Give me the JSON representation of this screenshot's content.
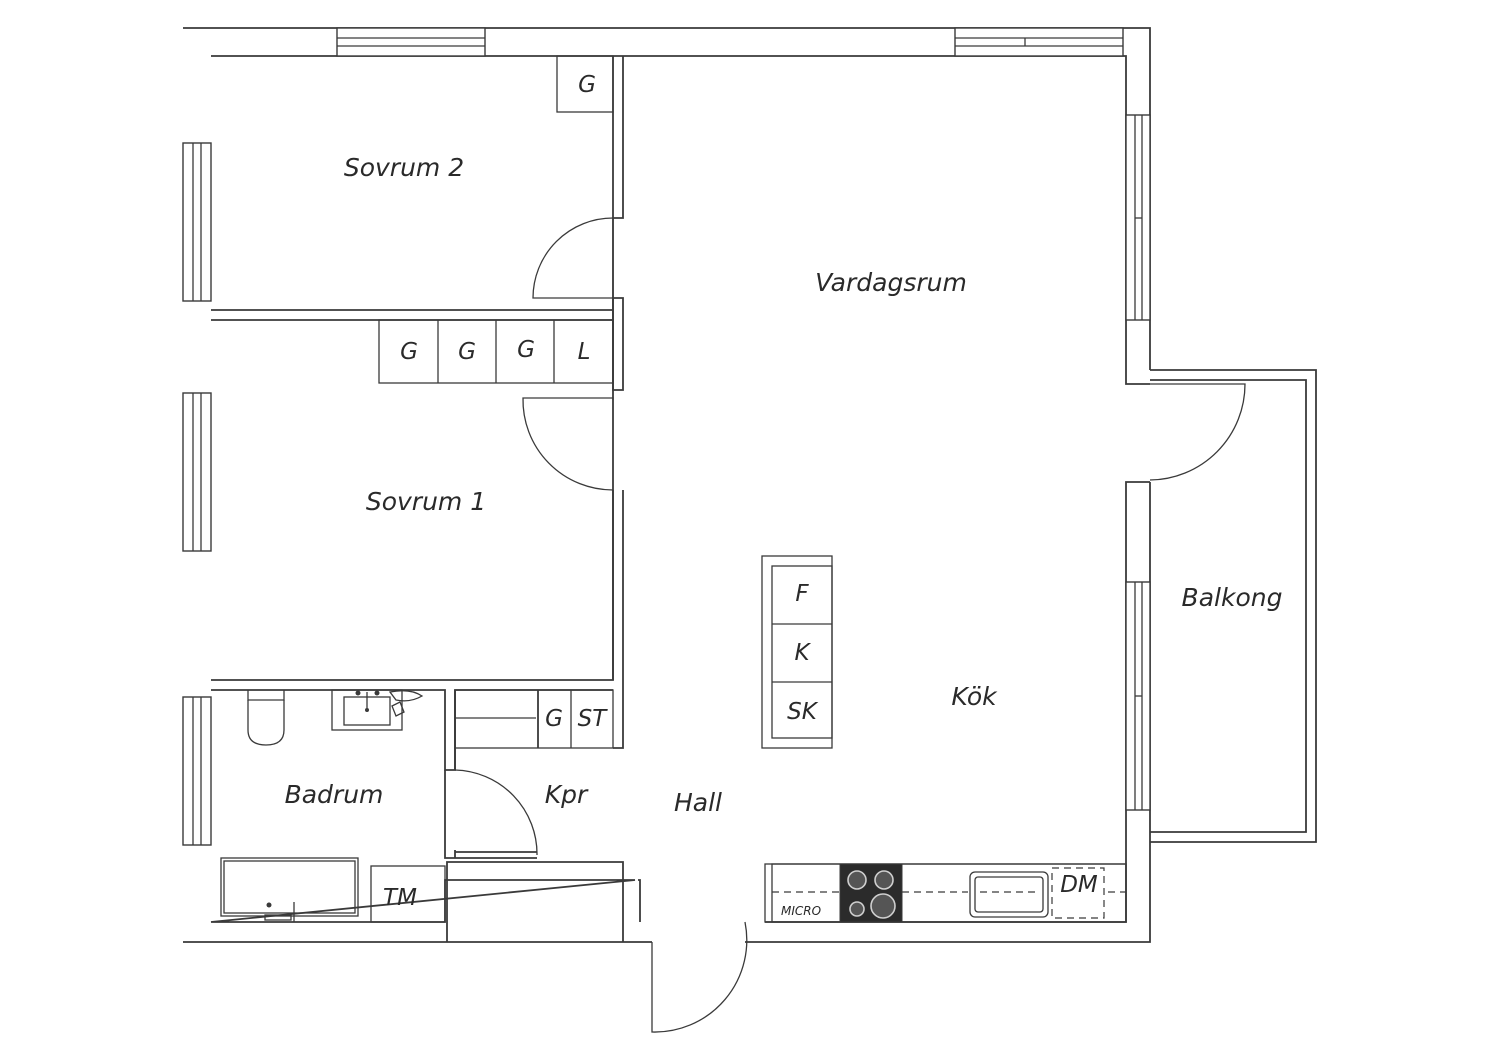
{
  "rooms": {
    "sovrum2": "Sovrum 2",
    "sovrum1": "Sovrum 1",
    "vardagsrum": "Vardagsrum",
    "kok": "Kök",
    "balkong": "Balkong",
    "badrum": "Badrum",
    "kpr": "Kpr",
    "hall": "Hall"
  },
  "fixtures": {
    "wardrobe_sovrum2": "G",
    "wardrobes_sovrum1": [
      "G",
      "G",
      "G",
      "L"
    ],
    "island": [
      "F",
      "K",
      "SK"
    ],
    "hall_storage": [
      "G",
      "ST"
    ],
    "washer": "TM",
    "dishwasher": "DM",
    "microwave": "MICRO"
  },
  "colors": {
    "line": "#3a3a3a",
    "background": "#ffffff",
    "hob": "#2b2b2b"
  }
}
